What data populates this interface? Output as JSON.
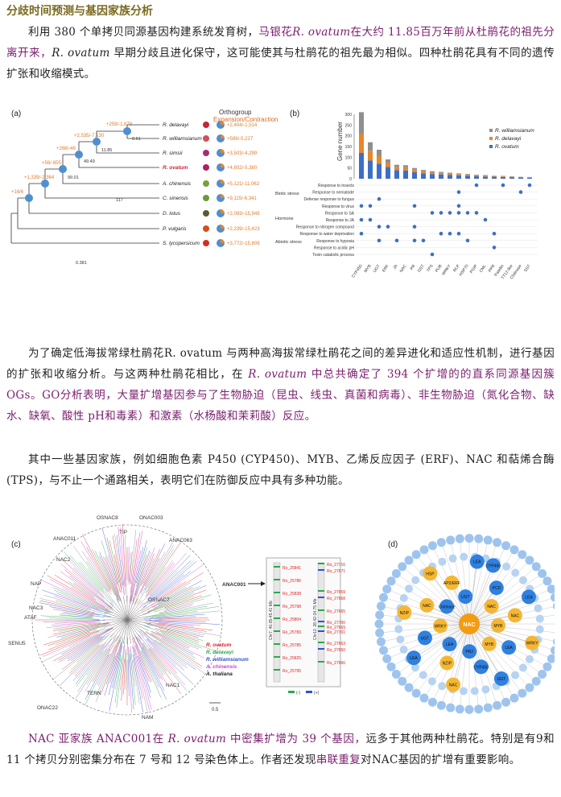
{
  "section_title": "分歧时间预测与基因家族分析",
  "p1": {
    "a": "利用 380 个单拷贝同源基因构建系统发育树，",
    "b": "马银花",
    "c": "R. ovatum",
    "d": "在大约 11.85百万年前从杜鹃花的祖先分离开来，",
    "e": "R. ovatum",
    "f": " 早期分歧且进化保守，这可能使其与杜鹃花的祖先最为相似。四种杜鹃花具有不同的遗传扩张和收缩模式。"
  },
  "p2": {
    "a": "为了确定低海拔常绿杜鹃花R. ovatum 与两种高海拔常绿杜鹃花之间的差异进化和适应性机制，进行基因的扩张和收缩分析。与这两种杜鹃花相比，在 ",
    "b": "R. ovatum",
    "c": " 中总共确定了 394 个扩增的的直系同源基因簇 OGs。GO分析表明，大量扩增基因参与了生物胁迫（昆虫、线虫、真菌和病毒）、非生物胁迫（氮化合物、缺水、缺氧、酸性 pH和毒素）和激素（水杨酸和茉莉酸）反应。"
  },
  "p3": "其中一些基因家族，例如细胞色素 P450 (CYP450)、MYB、乙烯反应因子 (ERF)、NAC 和萜烯合酶 (TPS)，与不止一个通路相关，表明它们在防御反应中具有多种功能。",
  "p4": {
    "a": "NAC 亚家族 ANAC001在 ",
    "b": "R. ovatum",
    "c": " 中密集扩增为 39 个基因，",
    "d": "远多于其他两种杜鹃花。特别是有9和 11 个拷贝分别密集分布在 7 号和 12 号染色体上。作者还发现",
    "e": "串联重复",
    "f": "对NAC基因的扩增有重要影响。"
  },
  "figA": {
    "panel": "(a)",
    "legend_title": "Orthogroup",
    "legend_sub": "Expansion/Contraction",
    "species": [
      {
        "name": "R. delavayi",
        "val": "+2,404/-1,514"
      },
      {
        "name": "R. williamsianum",
        "val": "+589/-5,227"
      },
      {
        "name": "R. simsii",
        "val": "+3,503/-4,299"
      },
      {
        "name": "R. ovatum",
        "val": "+4,802/-5,380"
      },
      {
        "name": "A. chinensis",
        "val": "+5,121/-11,062"
      },
      {
        "name": "C. sinensis",
        "val": "+9,115/-6,341"
      },
      {
        "name": "D. lotus",
        "val": "+2,083/-15,949"
      },
      {
        "name": "P. vulgaris",
        "val": "+2,239/-15,423"
      },
      {
        "name": "S. lycopersicum",
        "val": "+3,772/-15,809"
      }
    ],
    "node_labels": [
      "+259/-1,878",
      "+2,535/-7,130",
      "+268/-46",
      "+56/-655",
      "+1,339/-2,364",
      "+16/6"
    ],
    "ages": [
      "0.61",
      "11.85",
      "49.49",
      "99.01",
      "117",
      "0.381"
    ]
  },
  "figB": {
    "panel": "(b)",
    "ylabel": "Gene number",
    "yticks": [
      "0",
      "50",
      "100",
      "150",
      "200",
      "250",
      "300"
    ],
    "legend": [
      "R. williamsianum",
      "R. delavayi",
      "R. ovatum"
    ],
    "colors": {
      "williamsianum": "#8f8f8f",
      "delavayi": "#e8862a",
      "ovatum": "#3e6fc4"
    },
    "bars": [
      {
        "x": "CYP450",
        "ov": 120,
        "de": 90,
        "wi": 100
      },
      {
        "x": "MYB",
        "ov": 85,
        "de": 45,
        "wi": 40
      },
      {
        "x": "UGT",
        "ov": 70,
        "de": 35,
        "wi": 30
      },
      {
        "x": "ERF",
        "ov": 55,
        "de": 20,
        "wi": 15
      },
      {
        "x": "JA",
        "ov": 40,
        "de": 15,
        "wi": 10
      },
      {
        "x": "NAC",
        "ov": 38,
        "de": 15,
        "wi": 10
      },
      {
        "x": "PR",
        "ov": 30,
        "de": 12,
        "wi": 8
      },
      {
        "x": "GST",
        "ov": 25,
        "de": 10,
        "wi": 6
      },
      {
        "x": "TPS",
        "ov": 22,
        "de": 8,
        "wi": 5
      },
      {
        "x": "PUB",
        "ov": 20,
        "de": 7,
        "wi": 5
      },
      {
        "x": "WRKY",
        "ov": 18,
        "de": 6,
        "wi": 4
      },
      {
        "x": "RLP",
        "ov": 16,
        "de": 5,
        "wi": 4
      },
      {
        "x": "HSP70",
        "ov": 14,
        "de": 5,
        "wi": 3
      },
      {
        "x": "PGIP",
        "ov": 12,
        "de": 4,
        "wi": 3
      },
      {
        "x": "CML",
        "ov": 10,
        "de": 4,
        "wi": 3
      },
      {
        "x": "PPR",
        "ov": 9,
        "de": 3,
        "wi": 2
      },
      {
        "x": "Patellin",
        "ov": 8,
        "de": 3,
        "wi": 2
      },
      {
        "x": "TT12-like",
        "ov": 7,
        "de": 2,
        "wi": 2
      },
      {
        "x": "Chitinase",
        "ov": 6,
        "de": 2,
        "wi": 1
      },
      {
        "x": "SST",
        "ov": 5,
        "de": 2,
        "wi": 1
      }
    ],
    "terms": [
      "Response to insects",
      "Response to nematode",
      "Defense response to fungus",
      "Response to virus",
      "Response to SA",
      "Response to JA",
      "Response to nitrogen compound",
      "Response to water deprivation",
      "Response to hypoxia",
      "Response to acidic pH",
      "Toxin catabolic process"
    ],
    "groups": [
      "Biotic stress",
      "Hormone",
      "Abiotic stress"
    ]
  },
  "figC": {
    "panel": "(c)",
    "clades": [
      "OSNAC8",
      "ONAC003",
      "TIP",
      "ANAC011",
      "ANAC063",
      "NAC2",
      "NAP",
      "ANAC001",
      "OSNAC7",
      "NAC3",
      "ATAF",
      "SENU5",
      "ONAC22",
      "TERN",
      "NAC1",
      "NAM"
    ],
    "legend": [
      "R. ovatum",
      "R. delavayi",
      "R. williamsianum",
      "A. chinensis",
      "A. thaliana"
    ],
    "legend_colors": [
      "#e02020",
      "#2aa84a",
      "#3050d0",
      "#d040d0",
      "#222222"
    ],
    "chr7_label": "Chr7: 40.05-45.41 Mb",
    "chr12_label": "Chr12: 28.42-34.75 Mb",
    "chr7_genes": [
      "Ro_25841",
      "Ro_25786",
      "Ro_25838",
      "Ro_25798",
      "Ro_25804",
      "Ro_25783",
      "Ro_25785",
      "Ro_25825",
      "Ro_25795"
    ],
    "chr12_genes": [
      "Ro_27716",
      "Ro_27671",
      "Ro_27659",
      "Ro_27668",
      "Ro_27665",
      "Ro_27700",
      "Ro_27669",
      "Ro_27701",
      "Ro_27663",
      "Ro_27650",
      "Ro_27666"
    ],
    "scale": "0.5",
    "strand_minus": "(-)",
    "strand_plus": "(+)"
  },
  "figD": {
    "panel": "(d)",
    "center": "NAC",
    "nodes": [
      {
        "t": "CYP450",
        "c": "b"
      },
      {
        "t": "PCD",
        "c": "b"
      },
      {
        "t": "NAC",
        "c": "o"
      },
      {
        "t": "LEA",
        "c": "b"
      },
      {
        "t": "NAC",
        "c": "o"
      },
      {
        "t": "MYB",
        "c": "o"
      },
      {
        "t": "WRKY",
        "c": "o"
      },
      {
        "t": "LEA",
        "c": "b"
      },
      {
        "t": "MYB",
        "c": "o"
      },
      {
        "t": "UGT",
        "c": "b"
      },
      {
        "t": "CYP450",
        "c": "b"
      },
      {
        "t": "PR2",
        "c": "b"
      },
      {
        "t": "NAC",
        "c": "o"
      },
      {
        "t": "NZIP",
        "c": "o"
      },
      {
        "t": "LEA",
        "c": "b"
      },
      {
        "t": "LEA",
        "c": "b"
      },
      {
        "t": "UGT",
        "c": "b"
      },
      {
        "t": "WRKY",
        "c": "o"
      },
      {
        "t": "NZIP",
        "c": "o"
      },
      {
        "t": "NAC",
        "c": "o"
      },
      {
        "t": "Chitinase",
        "c": "b"
      },
      {
        "t": "HSP",
        "c": "o"
      },
      {
        "t": "AP2/ERF",
        "c": "o"
      },
      {
        "t": "UGT",
        "c": "b"
      },
      {
        "t": "LEA",
        "c": "b"
      }
    ]
  }
}
